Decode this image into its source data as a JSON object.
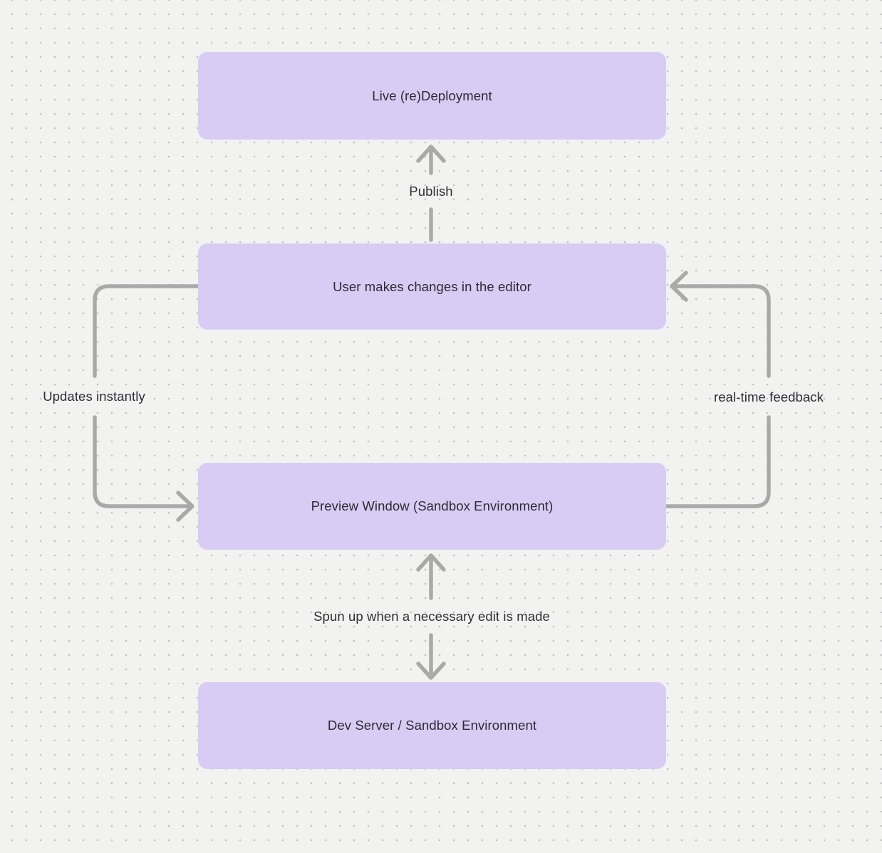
{
  "canvas": {
    "background_color": "#f2f2f1",
    "dot_color": "#c0c0c0",
    "node_fill_color": "#d8ccf4",
    "arrow_color": "#a9a9a9",
    "text_color": "#2e2e35"
  },
  "diagram": {
    "nodes": [
      {
        "id": "live-redeployment",
        "label": "Live (re)Deployment"
      },
      {
        "id": "user-changes",
        "label": "User makes changes in the editor"
      },
      {
        "id": "preview-window",
        "label": "Preview Window (Sandbox Environment)"
      },
      {
        "id": "dev-server",
        "label": "Dev Server / Sandbox Environment"
      }
    ],
    "edges": [
      {
        "id": "publish",
        "label": "Publish",
        "from": "user-changes",
        "to": "live-redeployment",
        "direction": "up"
      },
      {
        "id": "updates-instantly",
        "label": "Updates instantly",
        "from": "user-changes",
        "to": "preview-window",
        "direction": "left-side-down"
      },
      {
        "id": "realtime-feedback",
        "label": "real-time feedback",
        "from": "preview-window",
        "to": "user-changes",
        "direction": "right-side-up"
      },
      {
        "id": "spun-up",
        "label": "Spun up when a necessary edit is made",
        "from": "preview-window",
        "to": "dev-server",
        "direction": "bidirectional"
      }
    ]
  }
}
